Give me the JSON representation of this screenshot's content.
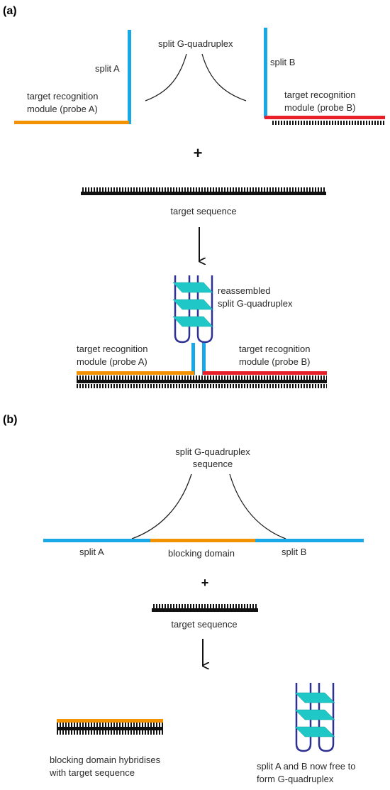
{
  "colors": {
    "split_strand": "#1aa7e6",
    "probe_a": "#f39200",
    "probe_b": "#e8202a",
    "target": "#111111",
    "quadruplex_frame": "#2e3192",
    "quadruplex_plate": "#1fc7c7",
    "curve": "#222222"
  },
  "panel_a": {
    "label": "(a)",
    "split_a": "split A",
    "split_b": "split B",
    "split_g_quadruplex": "split G-quadruplex",
    "probe_a_line1": "target recognition",
    "probe_a_line2": "module (probe A)",
    "probe_b_line1": "target recognition",
    "probe_b_line2": "module (probe B)",
    "plus": "+",
    "target_sequence": "target sequence",
    "reassembled_line1": "reassembled",
    "reassembled_line2": "split G-quadruplex",
    "bottom_probe_a_line1": "target recognition",
    "bottom_probe_a_line2": "module (probe A)",
    "bottom_probe_b_line1": "target recognition",
    "bottom_probe_b_line2": "module (probe B)"
  },
  "panel_b": {
    "label": "(b)",
    "split_g_quadruplex_line1": "split G-quadruplex",
    "split_g_quadruplex_line2": "sequence",
    "split_a": "split A",
    "blocking_domain": "blocking domain",
    "split_b": "split B",
    "plus": "+",
    "target_sequence": "target sequence",
    "hybridises_line1": "blocking domain hybridises",
    "hybridises_line2": "with target sequence",
    "free_line1": "split A and B now free to",
    "free_line2": "form G-quadruplex"
  }
}
